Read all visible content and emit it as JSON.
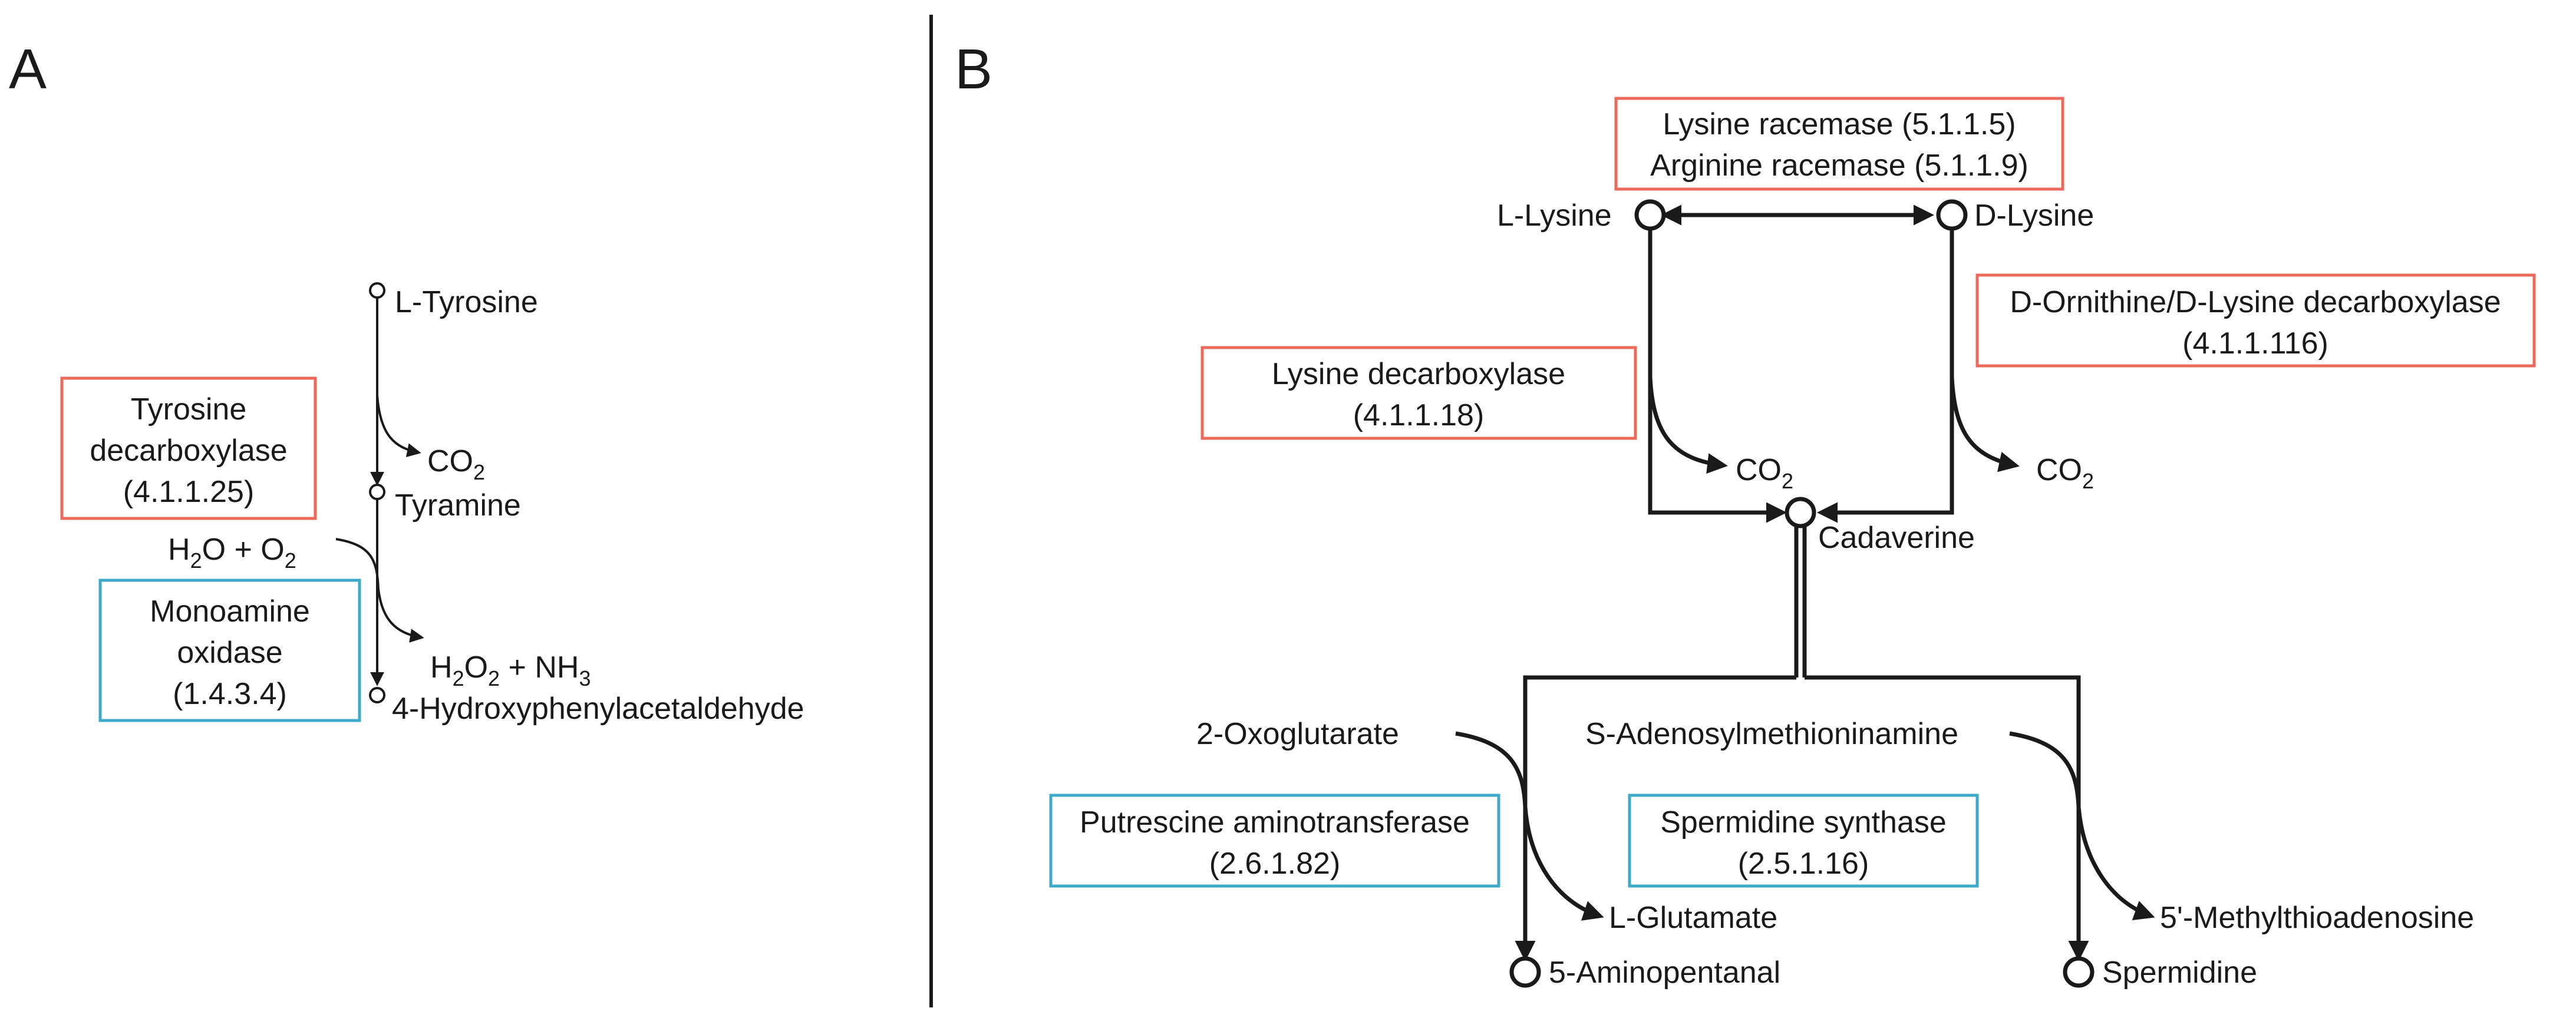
{
  "panels": {
    "a_label": "A",
    "b_label": "B"
  },
  "panel_a": {
    "metabolites": {
      "tyrosine": "L-Tyrosine",
      "co2": "CO",
      "co2_sub": "2",
      "tyramine": "Tyramine",
      "h2o": "H",
      "h2o_sub": "2",
      "h2o_rest": "O + O",
      "o2_sub": "2",
      "h2o2": "H",
      "h2o2_sub1": "2",
      "h2o2_mid": "O",
      "h2o2_sub2": "2",
      "h2o2_rest": " + NH",
      "nh3_sub": "3",
      "hpaa": "4-Hydroxyphenylacetaldehyde"
    },
    "enzymes": {
      "tdc_line1": "Tyrosine",
      "tdc_line2": "decarboxylase",
      "tdc_ec": "(4.1.1.25)",
      "mao_line1": "Monoamine",
      "mao_line2": "oxidase",
      "mao_ec": "(1.4.3.4)"
    }
  },
  "panel_b": {
    "metabolites": {
      "l_lysine": "L-Lysine",
      "d_lysine": "D-Lysine",
      "co2_left": "CO",
      "co2_left_sub": "2",
      "co2_right": "CO",
      "co2_right_sub": "2",
      "cadaverine": "Cadaverine",
      "oxoglutarate": "2-Oxoglutarate",
      "l_glutamate": "L-Glutamate",
      "aminopentanal": "5-Aminopentanal",
      "samine": "S-Adenosylmethioninamine",
      "mta": "5'-Methylthioadenosine",
      "spermidine": "Spermidine"
    },
    "enzymes": {
      "racemase_line1": "Lysine racemase (5.1.1.5)",
      "racemase_line2": "Arginine racemase (5.1.1.9)",
      "ldc_line1": "Lysine decarboxylase",
      "ldc_ec": "(4.1.1.18)",
      "dodc_line1": "D-Ornithine/D-Lysine decarboxylase",
      "dodc_ec": "(4.1.1.116)",
      "pat_line1": "Putrescine aminotransferase",
      "pat_ec": "(2.6.1.82)",
      "sps_line1": "Spermidine synthase",
      "sps_ec": "(2.5.1.16)"
    }
  },
  "colors": {
    "decarboxylase_box": "#ec6a5a",
    "transferase_box": "#3fa9c9",
    "ink": "#1a1a1a"
  }
}
